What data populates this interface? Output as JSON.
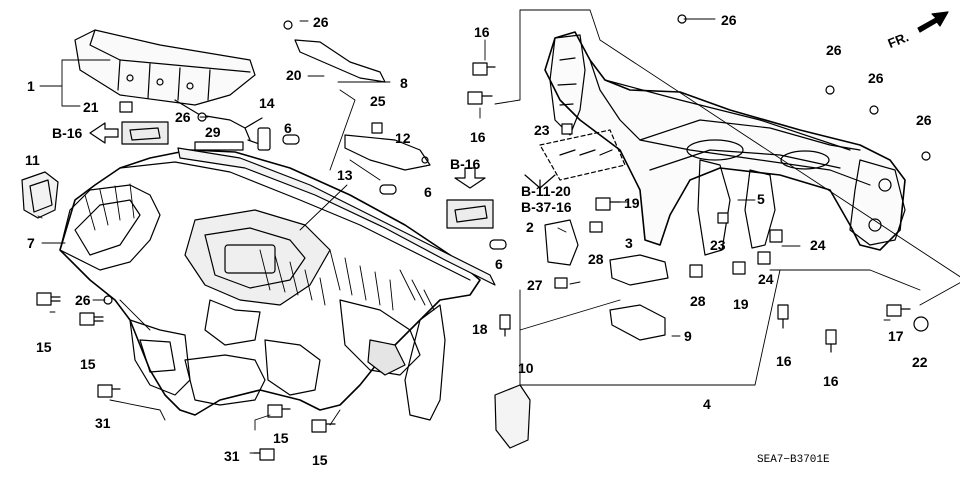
{
  "diagram": {
    "code": "SEA7−B3701E",
    "direction": "FR.",
    "colors": {
      "ink": "#000000",
      "background": "#ffffff",
      "shade": "#cfcfcf"
    }
  },
  "labels": {
    "l1": "1",
    "l2": "2",
    "l3": "3",
    "l4": "4",
    "l5": "5",
    "l6a": "6",
    "l6b": "6",
    "l6c": "6",
    "l7": "7",
    "l8": "8",
    "l9": "9",
    "l10": "10",
    "l11": "11",
    "l12": "12",
    "l13": "13",
    "l14": "14",
    "l15a": "15",
    "l15b": "15",
    "l15c": "15",
    "l15d": "15",
    "l16a": "16",
    "l16b": "16",
    "l16c": "16",
    "l16d": "16",
    "l17": "17",
    "l18": "18",
    "l19a": "19",
    "l19b": "19",
    "l20": "20",
    "l21": "21",
    "l22": "22",
    "l23a": "23",
    "l23b": "23",
    "l24a": "24",
    "l24b": "24",
    "l25": "25",
    "l26a": "26",
    "l26b": "26",
    "l26c": "26",
    "l26d": "26",
    "l26e": "26",
    "l26f": "26",
    "l26g": "26",
    "l27": "27",
    "l28a": "28",
    "l28b": "28",
    "l29": "29",
    "l31a": "31",
    "l31b": "31"
  },
  "refs": {
    "b16_left": "B-16",
    "b16_mid": "B-16",
    "b11": "B-11-20",
    "b37": "B-37-16"
  }
}
